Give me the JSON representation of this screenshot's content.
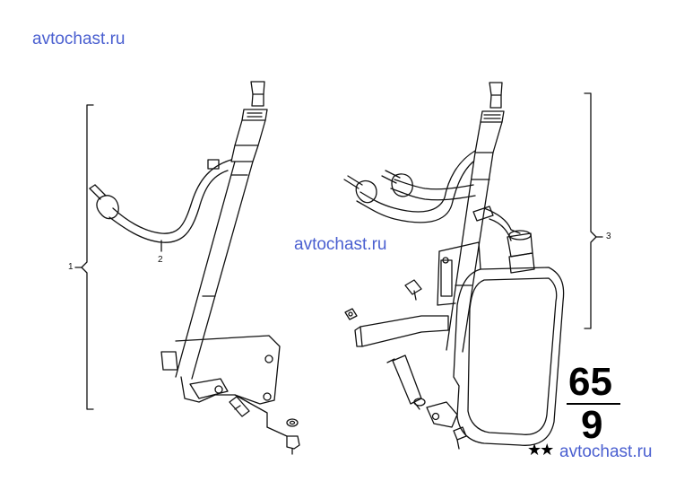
{
  "watermarks": [
    "avtochast.ru",
    "avtochast.ru",
    "avtochast.ru"
  ],
  "callouts": {
    "c1": "1",
    "c2": "2",
    "c3": "3"
  },
  "group": {
    "major": "65",
    "minor": "9",
    "stars": "★★"
  },
  "colors": {
    "watermark": "#4a5fd0",
    "line": "#111111"
  }
}
